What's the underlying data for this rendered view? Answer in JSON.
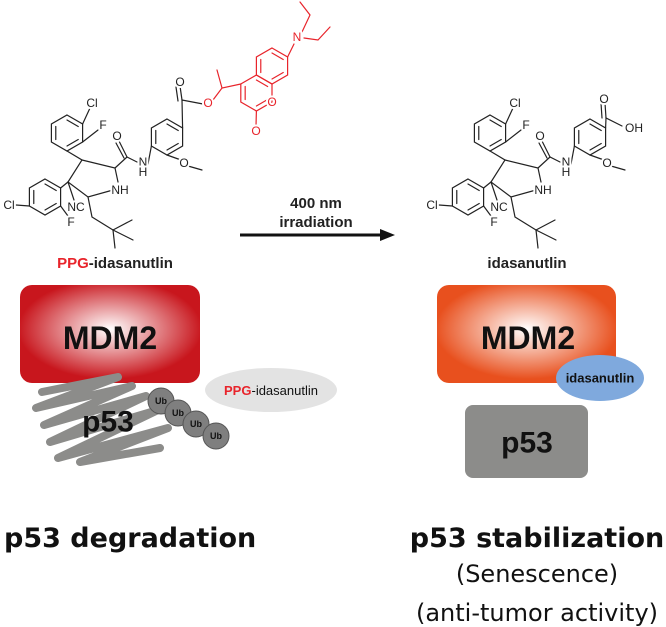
{
  "colors": {
    "ppg_red": "#e8242b",
    "mdm2_left": "#c8161d",
    "mdm2_right": "#e8501e",
    "p53_gray": "#8c8c8a",
    "ligand_blue": "#7fa9dd",
    "ppg_ellipse": "#e3e3e3"
  },
  "arrow": {
    "line1": "400 nm",
    "line2": "irradiation"
  },
  "left": {
    "molecule_label_prefix": "PPG",
    "molecule_label_suffix": "-idasanutlin",
    "mdm2": "MDM2",
    "p53": "p53",
    "ub": [
      "Ub",
      "Ub",
      "Ub",
      "Ub"
    ],
    "ligand_prefix": "PPG",
    "ligand_suffix": "-idasanutlin",
    "outcome": "p53 degradation"
  },
  "right": {
    "molecule_label": "idasanutlin",
    "mdm2": "MDM2",
    "ligand": "idasanutlin",
    "p53": "p53",
    "outcome": "p53 stabilization",
    "outcome_sub": [
      "(Senescence)",
      "(anti-tumor activity)"
    ]
  },
  "molecules": {
    "core_atoms": [
      "Cl",
      "F",
      "O",
      "N",
      "H",
      "NH",
      "Cl",
      "F",
      "NC",
      "O"
    ],
    "ppg_atoms": [
      "O",
      "O",
      "O",
      "O",
      "N"
    ],
    "acid_atoms": [
      "O",
      "OH"
    ]
  }
}
